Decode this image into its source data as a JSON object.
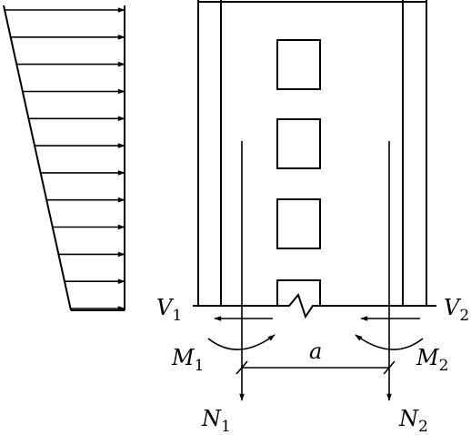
{
  "figure": {
    "load_arrow_count": 12,
    "wall_opening_count": 4,
    "labels": {
      "v1": {
        "main": "V",
        "sub": "1"
      },
      "v2": {
        "main": "V",
        "sub": "2"
      },
      "m1": {
        "main": "M",
        "sub": "1"
      },
      "m2": {
        "main": "M",
        "sub": "2"
      },
      "n1": {
        "main": "N",
        "sub": "1"
      },
      "n2": {
        "main": "N",
        "sub": "2"
      },
      "a": "a"
    },
    "colors": {
      "stroke": "#000000",
      "background": "#ffffff"
    }
  }
}
